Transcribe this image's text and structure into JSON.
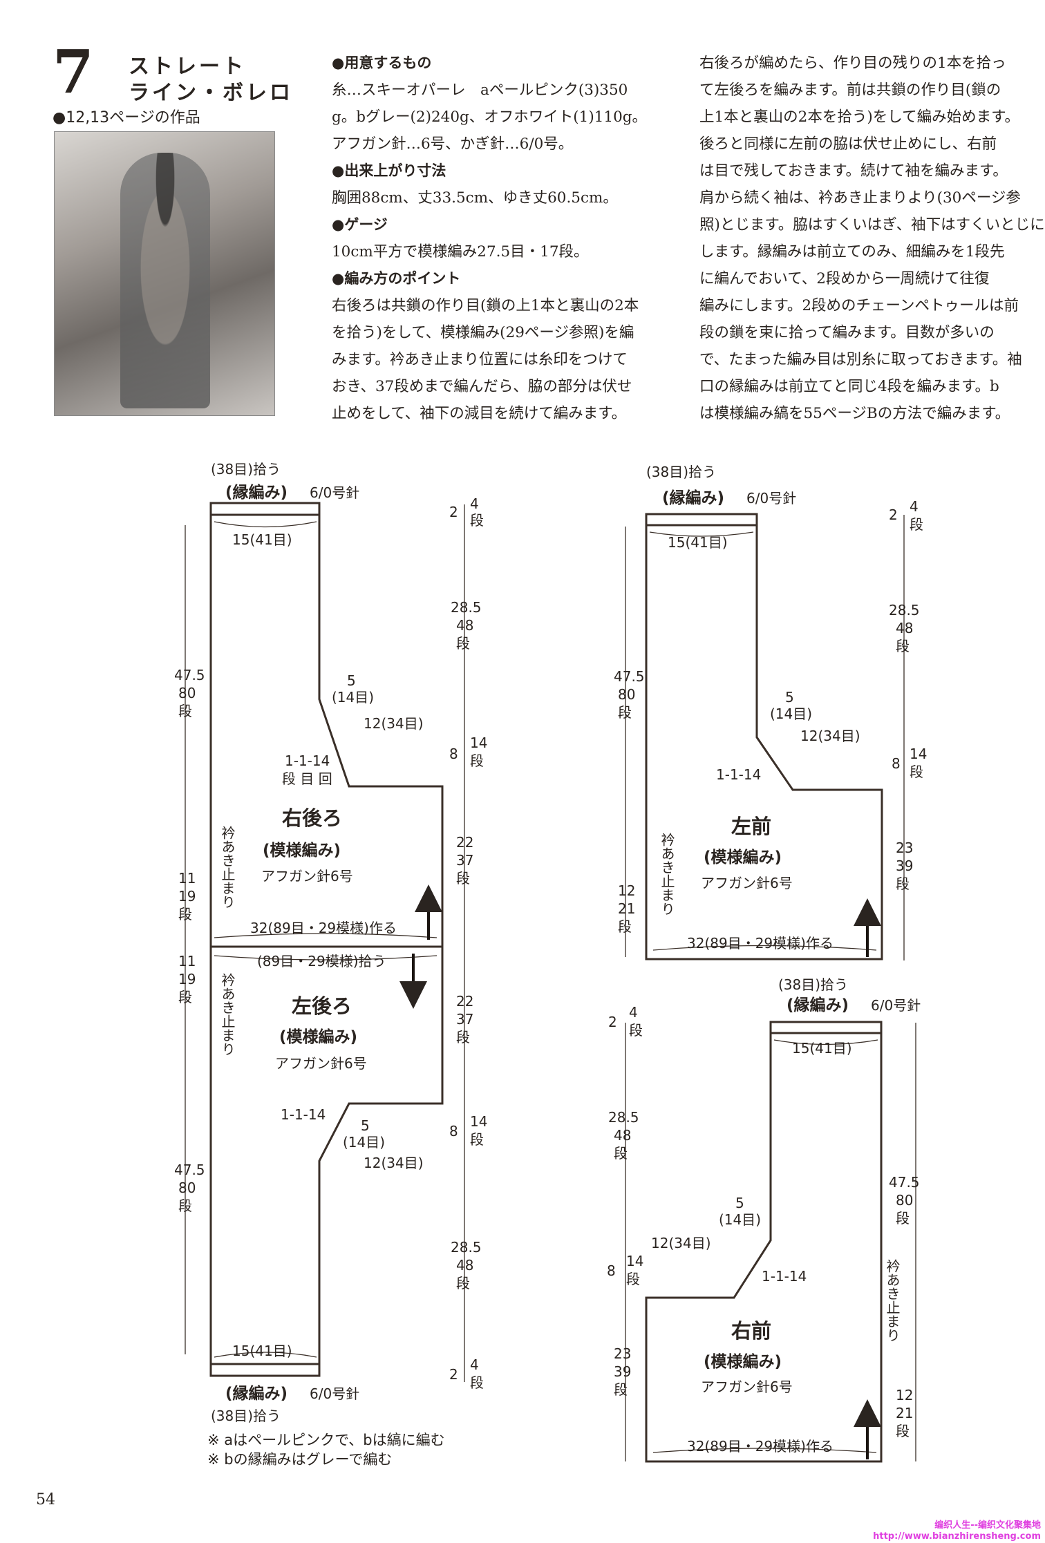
{
  "header": {
    "number": "7",
    "title_line1": "ストレート",
    "title_line2": "ライン・ボレロ",
    "work_ref": "●12,13ページの作品"
  },
  "materials": {
    "heading": "●用意するもの",
    "lines": [
      "糸…スキーオパーレ　aペールピンク(3)350",
      "g。bグレー(2)240g、オフホワイト(1)110g。",
      "アフガン針…6号、かぎ針…6/0号。"
    ]
  },
  "size": {
    "heading": "●出来上がり寸法",
    "text": "胸囲88cm、丈33.5cm、ゆき丈60.5cm。"
  },
  "gauge": {
    "heading": "●ゲージ",
    "text": "10cm平方で模様編み27.5目・17段。"
  },
  "points": {
    "heading": "●編み方のポイント",
    "lines": [
      "右後ろは共鎖の作り目(鎖の上1本と裏山の2本",
      "を拾う)をして、模様編み(29ページ参照)を編",
      "みます。衿あき止まり位置には糸印をつけて",
      "おき、37段めまで編んだら、脇の部分は伏せ",
      "止めをして、袖下の減目を続けて編みます。"
    ],
    "lines_right": [
      "右後ろが編めたら、作り目の残りの1本を拾っ",
      "て左後ろを編みます。前は共鎖の作り目(鎖の",
      "上1本と裏山の2本を拾う)をして編み始めます。",
      "後ろと同様に左前の脇は伏せ止めにし、右前",
      "は目で残しておきます。続けて袖を編みます。",
      "肩から続く袖は、衿あき止まりより(30ページ参",
      "照)とじます。脇はすくいはぎ、袖下はすくいとじに",
      "します。縁編みは前立てのみ、細編みを1段先",
      "に編んでおいて、2段めから一周続けて往復",
      "編みにします。2段めのチェーンペトゥールは前",
      "段の鎖を束に拾って編みます。目数が多いの",
      "で、たまった編み目は別糸に取っておきます。袖",
      "口の縁編みは前立てと同じ4段を編みます。b",
      "は模様編み縞を55ページBの方法で編みます。"
    ]
  },
  "diagram": {
    "pick_38": "(38目)拾う",
    "edge": "(縁編み)",
    "hook": "6/0号針",
    "st15": "15(41目)",
    "r2": "2",
    "r4": "4",
    "r28": "28.5",
    "r48": "48",
    "r47": "47.5",
    "r80": "80",
    "dan": "段",
    "d5": "5",
    "d14": "(14目)",
    "d12": "12(34目)",
    "r8": "8",
    "r14": "14",
    "dec": "1-1-14",
    "dec_note": "段 目 回",
    "r22": "22",
    "r37": "37",
    "r11": "11",
    "r19": "19",
    "r23": "23",
    "r39": "39",
    "r12": "12",
    "r21": "21",
    "collar": "衿あき止まり",
    "make": "32(89目・29模様)作る",
    "pick": "(89目・29模様)拾う",
    "pattern": "(模様編み)",
    "needle": "アフガン針6号",
    "right_back": "右後ろ",
    "left_back": "左後ろ",
    "left_front": "左前",
    "right_front": "右前"
  },
  "notes": [
    "※ aはペールピンクで、bは縞に編む",
    "※ bの縁編みはグレーで編む"
  ],
  "page_number": "54",
  "watermark": {
    "line1": "编织人生--编织文化聚集地",
    "line2": "http://www.bianzhirensheng.com"
  }
}
